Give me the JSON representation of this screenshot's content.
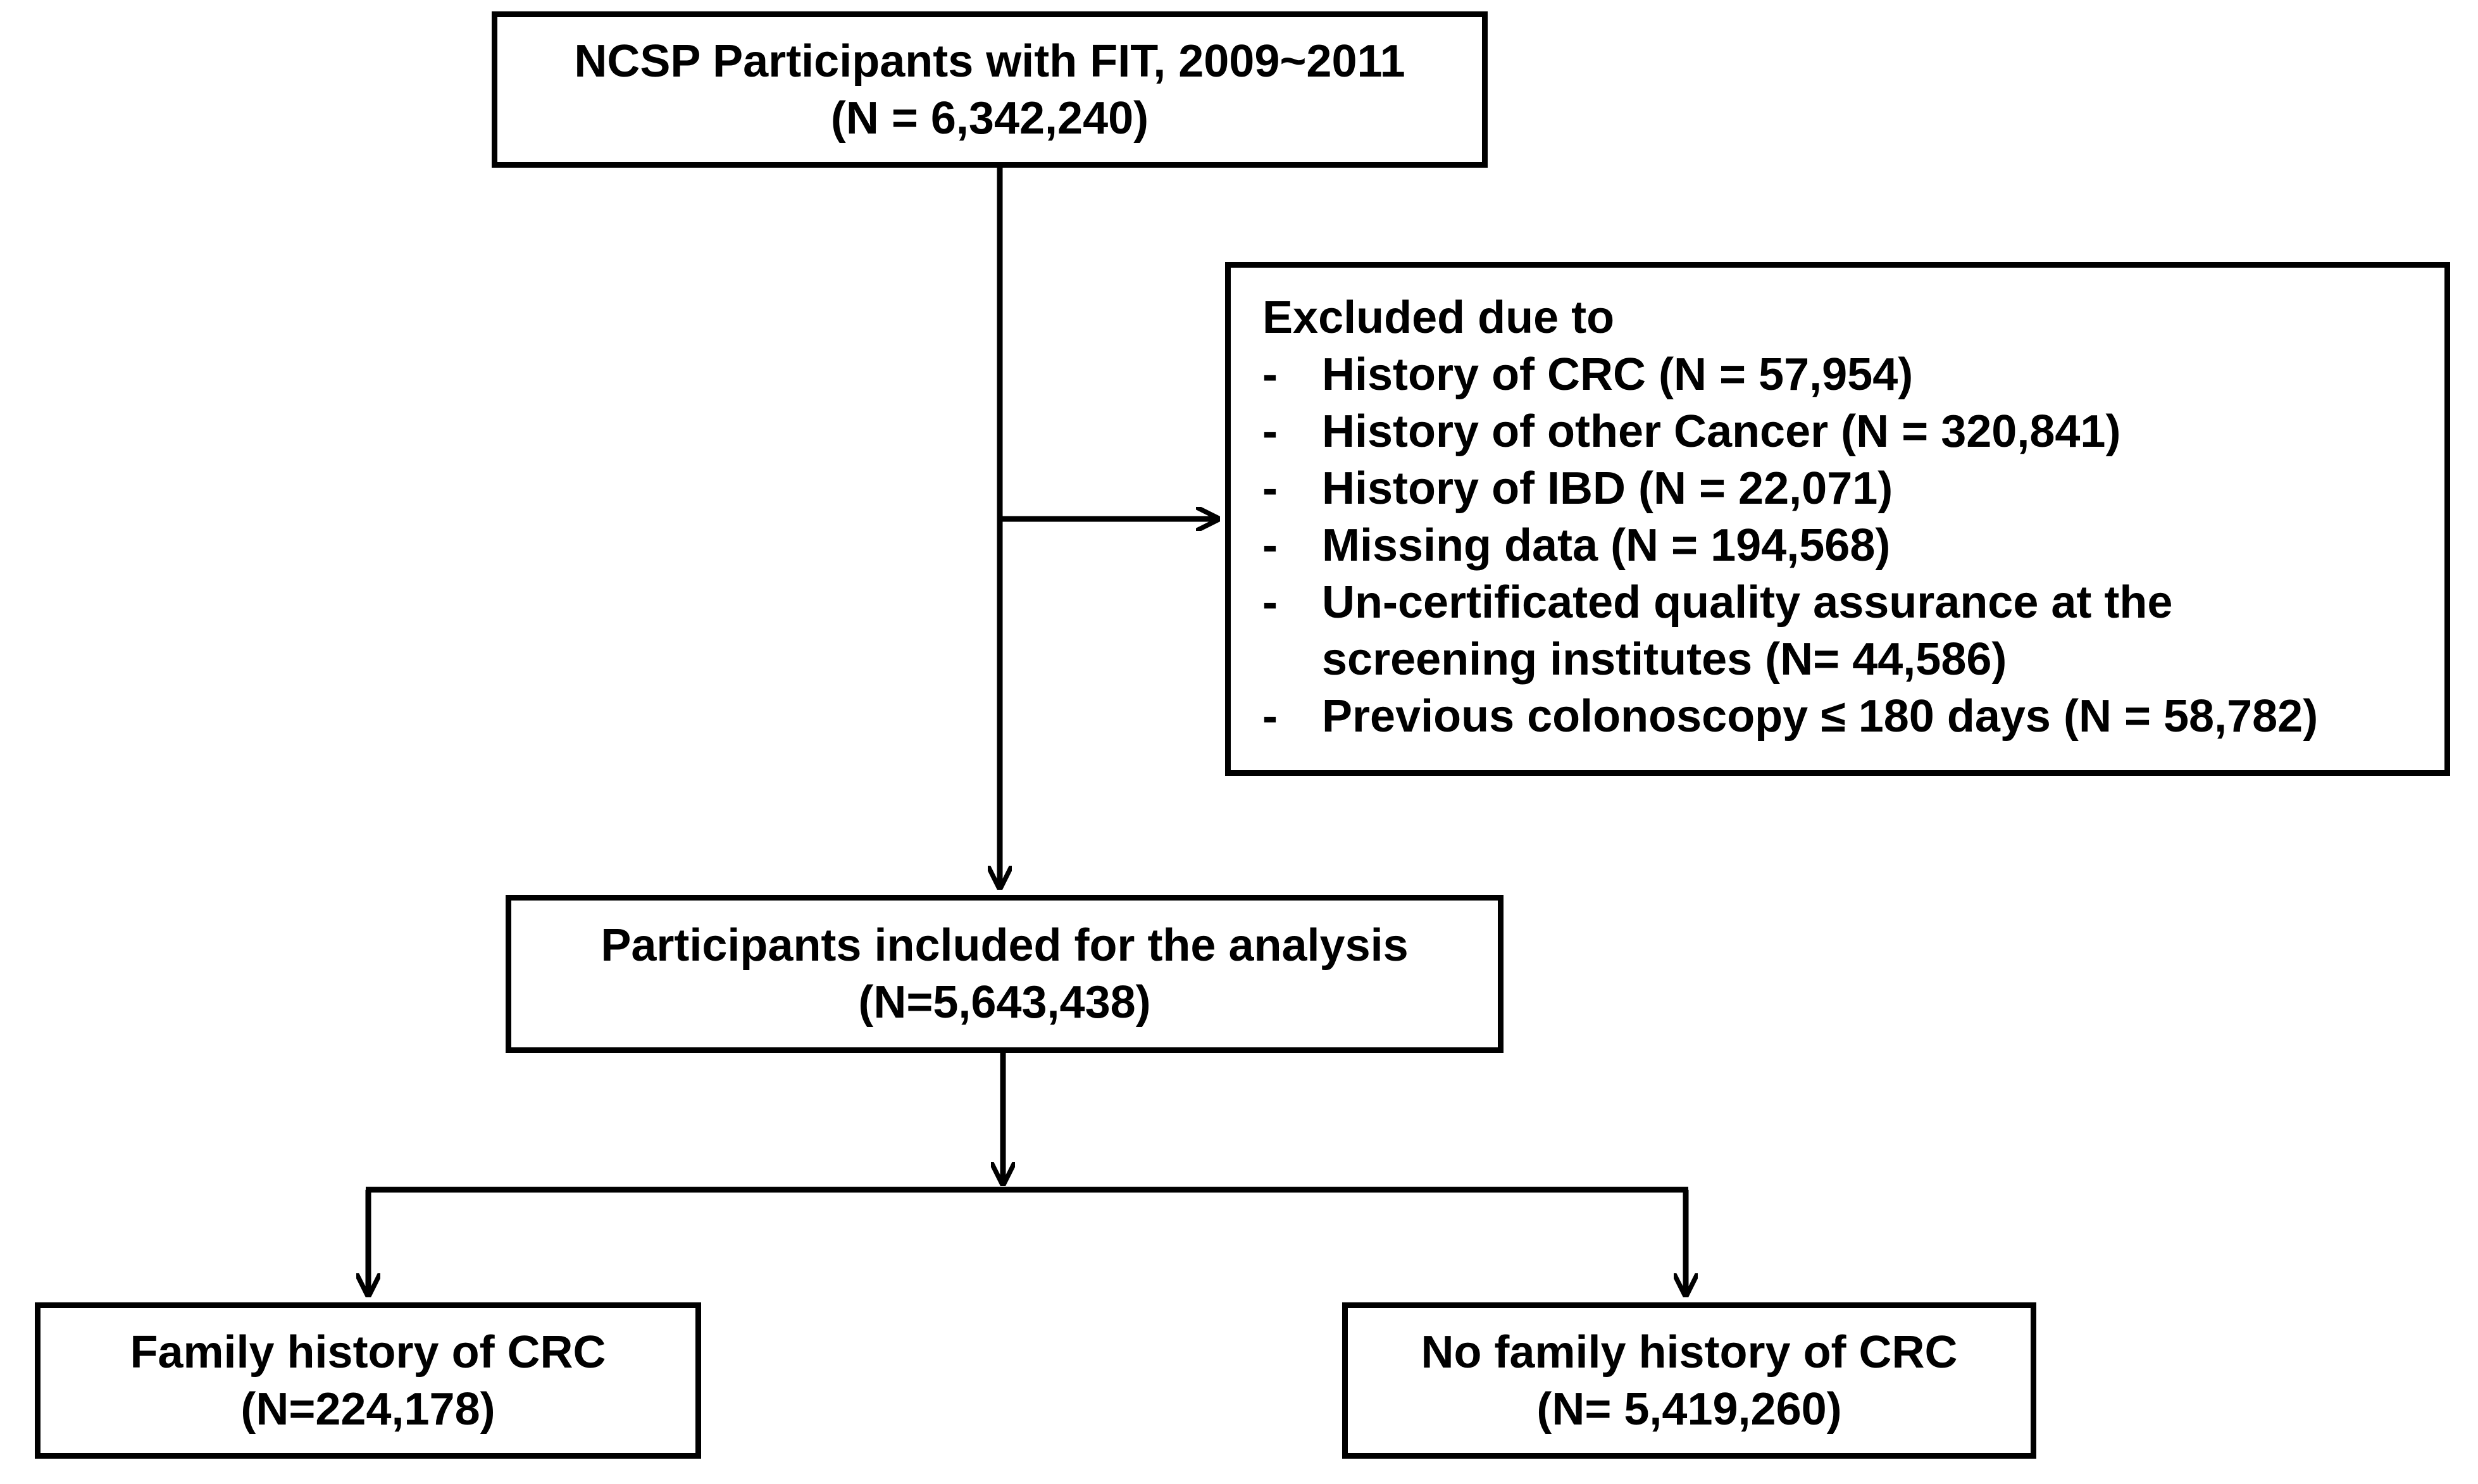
{
  "top_box": {
    "line1": "NCSP Participants with FIT, 2009~2011",
    "line2": "(N = 6,342,240)"
  },
  "excluded_box": {
    "heading": "Excluded due to",
    "bullet": "-",
    "items": [
      {
        "line1": "History of CRC  (N =  57,954)"
      },
      {
        "line1": "History of other Cancer  (N = 320,841)"
      },
      {
        "line1": "History of IBD  (N = 22,071)"
      },
      {
        "line1": "Missing data (N = 194,568)"
      },
      {
        "line1": "Un-certificated quality assurance at the",
        "line2": "screening institutes (N= 44,586)"
      },
      {
        "line1": "Previous colonoscopy ≤ 180 days  (N = 58,782)"
      }
    ]
  },
  "included_box": {
    "line1": "Participants included for the analysis",
    "line2": "(N=5,643,438)"
  },
  "family_box": {
    "line1": "Family history of CRC",
    "line2": "(N=224,178)"
  },
  "nofamily_box": {
    "line1": "No family history of CRC",
    "line2": "(N= 5,419,260)"
  },
  "colors": {
    "line": "#000000",
    "background": "#ffffff"
  }
}
